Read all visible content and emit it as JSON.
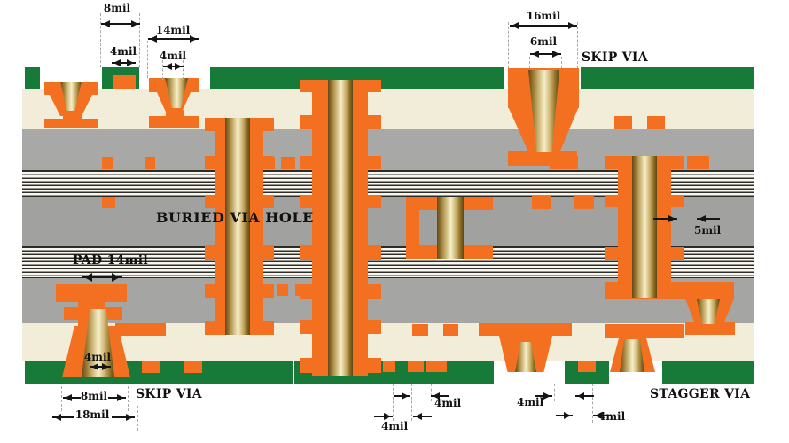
{
  "colors": {
    "green": "#187a38",
    "orange": "#f37021",
    "cream": "#f2edd8",
    "gray_top": "#a8a8a6",
    "gray_mid": "#a1a19f",
    "gray_bot": "#a5a5a3",
    "gold_center": "#f6eecb",
    "gold_edge": "#6b4f1b",
    "annotation_text": "#111111",
    "background": "#ffffff"
  },
  "labels": {
    "buried_via_hole": "BURIED VIA HOLE",
    "skip_via_top": "SKIP VIA",
    "skip_via_bottom": "SKIP VIA",
    "stagger_via": "STAGGER VIA",
    "pad_14mil": "PAD 14mil"
  },
  "dimensions": {
    "top_pad_8mil": "8mil",
    "top_gap_4mil": "4mil",
    "top_pad_14mil": "14mil",
    "top_hole_4mil": "4mil",
    "top_pad_16mil": "16mil",
    "top_hole_6mil": "6mil",
    "barrel_5mil": "5mil",
    "cone_hole_4mil": "4mil",
    "bottom_pad_8mil": "8mil",
    "bottom_pad_18mil": "18mil",
    "bottom_mid_gap1_4mil": "4mil",
    "bottom_mid_gap2_4mil": "4mil",
    "bottom_right_gap1_4mil": "4mil",
    "bottom_right_gap2_4mil": "4mil"
  }
}
